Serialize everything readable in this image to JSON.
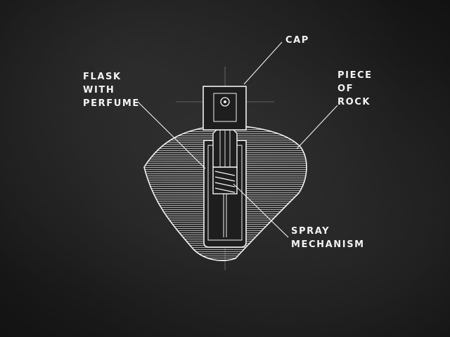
{
  "labels": {
    "cap": "CAP",
    "flask": [
      "FLASK",
      "WITH",
      "PERFUME"
    ],
    "rock": [
      "PIECE",
      "OF",
      "ROCK"
    ],
    "spray": [
      "SPRAY",
      "MECHANISM"
    ]
  },
  "colors": {
    "background": "#1c1c1c",
    "line": "#f2f2f2"
  }
}
